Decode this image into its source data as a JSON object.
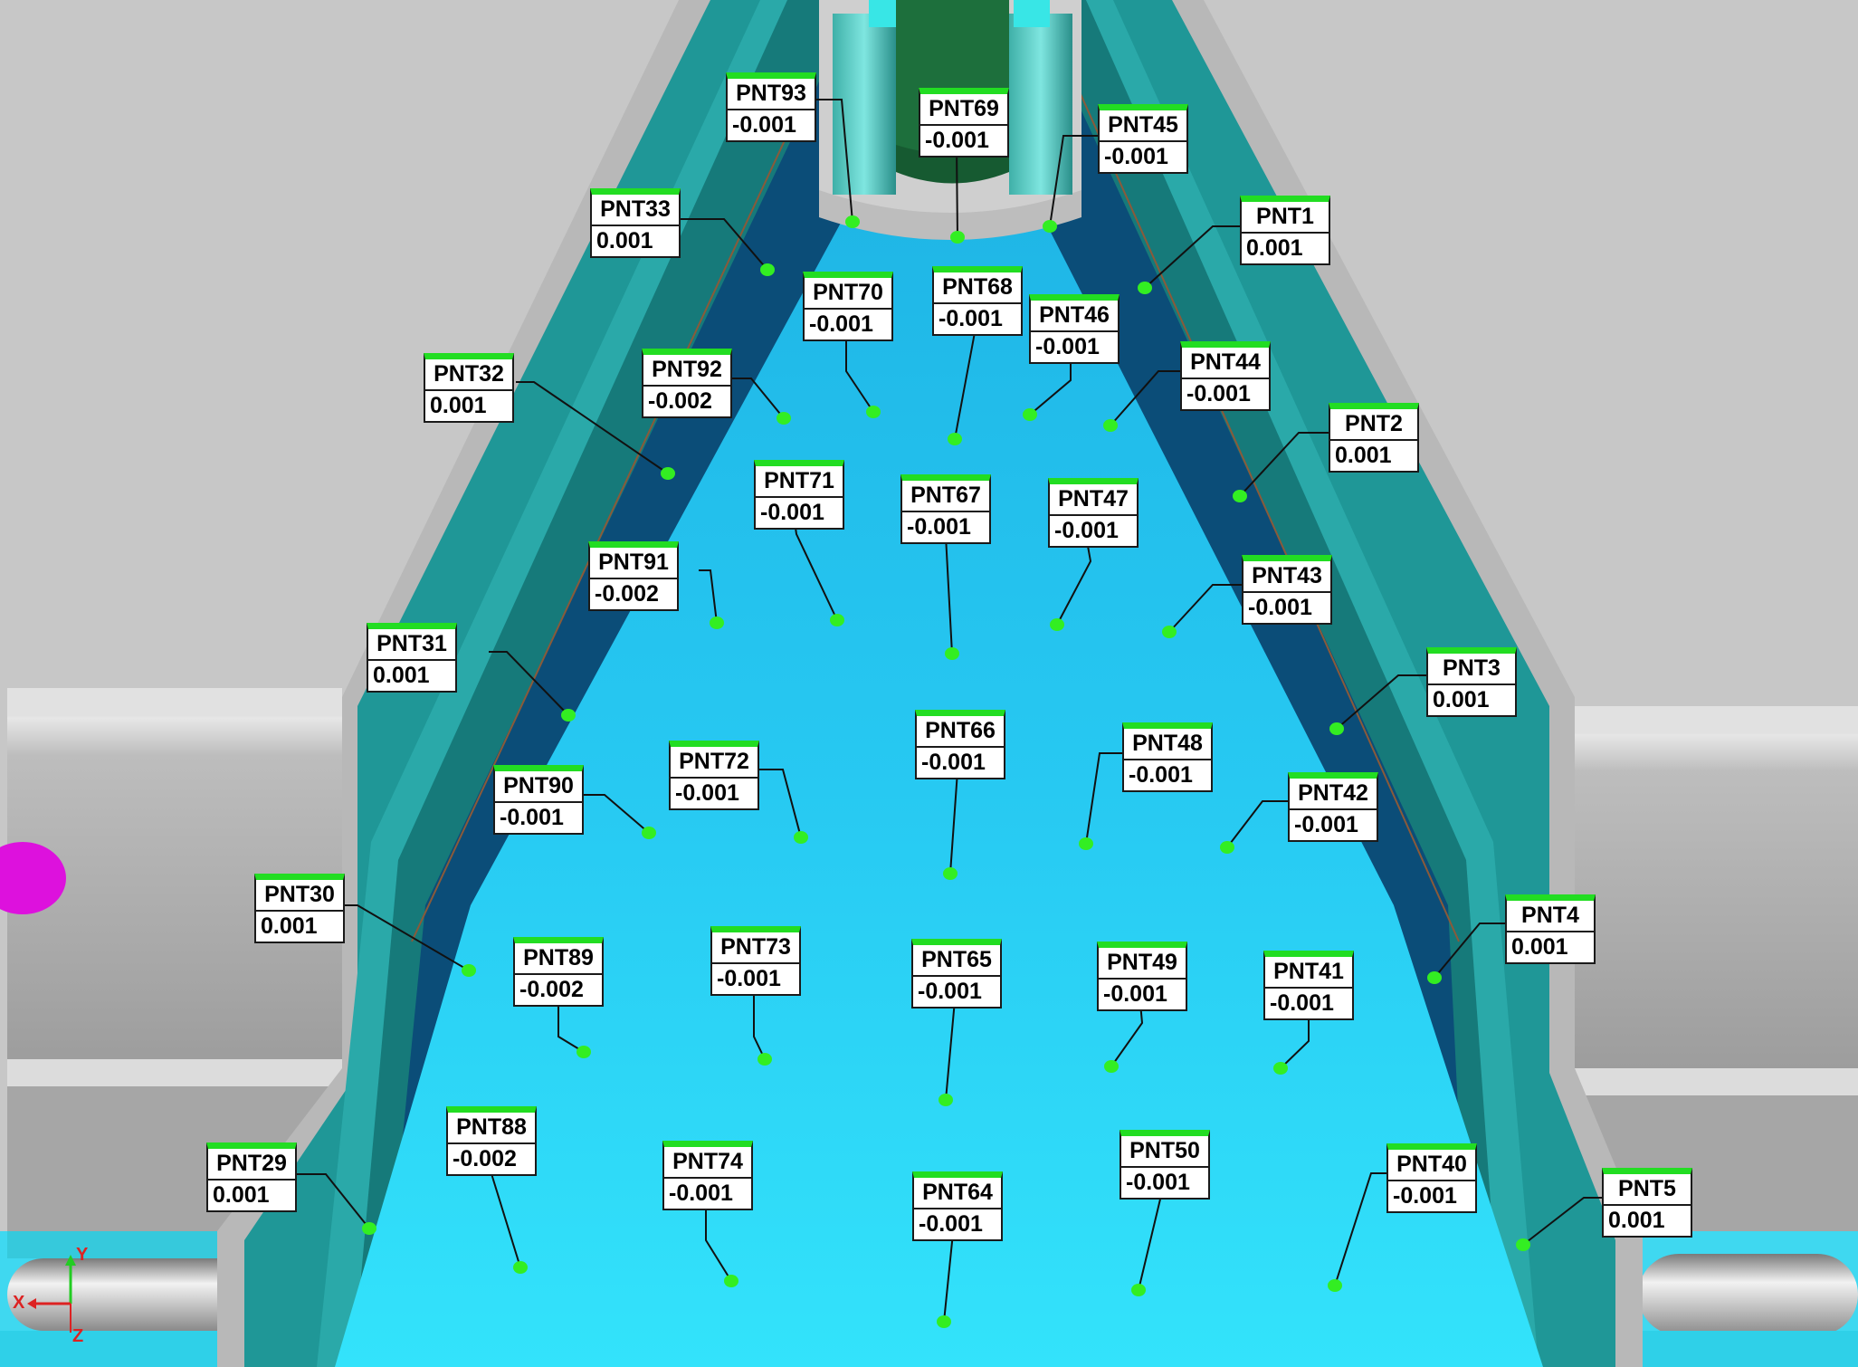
{
  "colors": {
    "background_gray": "#c7c7c7",
    "inner_surface": "#22ccf2",
    "deep_channel": "#0b4d78",
    "wall_teal": "#1f9797",
    "wall_teal_dark": "#147474",
    "tube_dark_green": "#1d6f3c",
    "marker_green": "#33ee22",
    "label_header_green": "#22dd22",
    "magenta_marker": "#dd11dd"
  },
  "points": [
    {
      "name": "PNT93",
      "value": "-0.001"
    },
    {
      "name": "PNT69",
      "value": "-0.001"
    },
    {
      "name": "PNT45",
      "value": "-0.001"
    },
    {
      "name": "PNT33",
      "value": "0.001"
    },
    {
      "name": "PNT1",
      "value": "0.001"
    },
    {
      "name": "PNT70",
      "value": "-0.001"
    },
    {
      "name": "PNT68",
      "value": "-0.001"
    },
    {
      "name": "PNT46",
      "value": "-0.001"
    },
    {
      "name": "PNT32",
      "value": "0.001"
    },
    {
      "name": "PNT92",
      "value": "-0.002"
    },
    {
      "name": "PNT44",
      "value": "-0.001"
    },
    {
      "name": "PNT2",
      "value": "0.001"
    },
    {
      "name": "PNT71",
      "value": "-0.001"
    },
    {
      "name": "PNT67",
      "value": "-0.001"
    },
    {
      "name": "PNT47",
      "value": "-0.001"
    },
    {
      "name": "PNT91",
      "value": "-0.002"
    },
    {
      "name": "PNT43",
      "value": "-0.001"
    },
    {
      "name": "PNT31",
      "value": "0.001"
    },
    {
      "name": "PNT3",
      "value": "0.001"
    },
    {
      "name": "PNT66",
      "value": "-0.001"
    },
    {
      "name": "PNT48",
      "value": "-0.001"
    },
    {
      "name": "PNT72",
      "value": "-0.001"
    },
    {
      "name": "PNT90",
      "value": "-0.001"
    },
    {
      "name": "PNT42",
      "value": "-0.001"
    },
    {
      "name": "PNT30",
      "value": "0.001"
    },
    {
      "name": "PNT4",
      "value": "0.001"
    },
    {
      "name": "PNT89",
      "value": "-0.002"
    },
    {
      "name": "PNT73",
      "value": "-0.001"
    },
    {
      "name": "PNT65",
      "value": "-0.001"
    },
    {
      "name": "PNT49",
      "value": "-0.001"
    },
    {
      "name": "PNT41",
      "value": "-0.001"
    },
    {
      "name": "PNT88",
      "value": "-0.002"
    },
    {
      "name": "PNT29",
      "value": "0.001"
    },
    {
      "name": "PNT74",
      "value": "-0.001"
    },
    {
      "name": "PNT64",
      "value": "-0.001"
    },
    {
      "name": "PNT50",
      "value": "-0.001"
    },
    {
      "name": "PNT40",
      "value": "-0.001"
    },
    {
      "name": "PNT5",
      "value": "0.001"
    }
  ],
  "axis_triad": {
    "x_label": "X",
    "y_label": "Y",
    "z_label": "Z"
  }
}
